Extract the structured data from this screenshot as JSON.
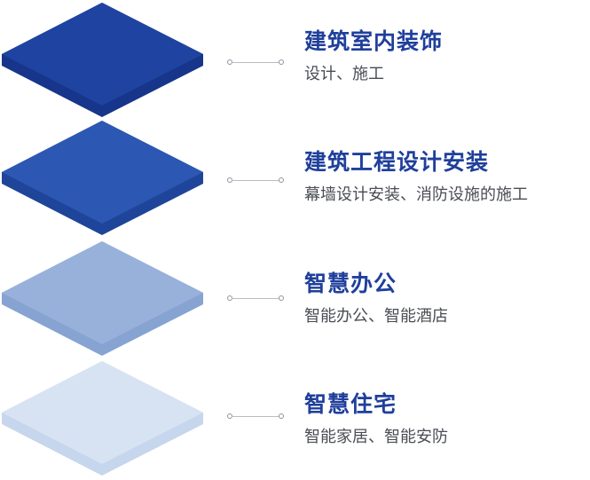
{
  "layers": [
    {
      "title": "建筑室内装饰",
      "subtitle": "设计、施工",
      "top_color": "#1f43a0",
      "side_color": "#17358a"
    },
    {
      "title": "建筑工程设计安装",
      "subtitle": "幕墙设计安装、消防设施的施工",
      "top_color": "#2c58b3",
      "side_color": "#1e4599"
    },
    {
      "title": "智慧办公",
      "subtitle": "智能办公、智能酒店",
      "top_color": "#97b1db",
      "side_color": "#86a3d1"
    },
    {
      "title": "智慧住宅",
      "subtitle": "智能家居、智能安防",
      "top_color": "#d7e3f3",
      "side_color": "#c6d6ec"
    }
  ]
}
